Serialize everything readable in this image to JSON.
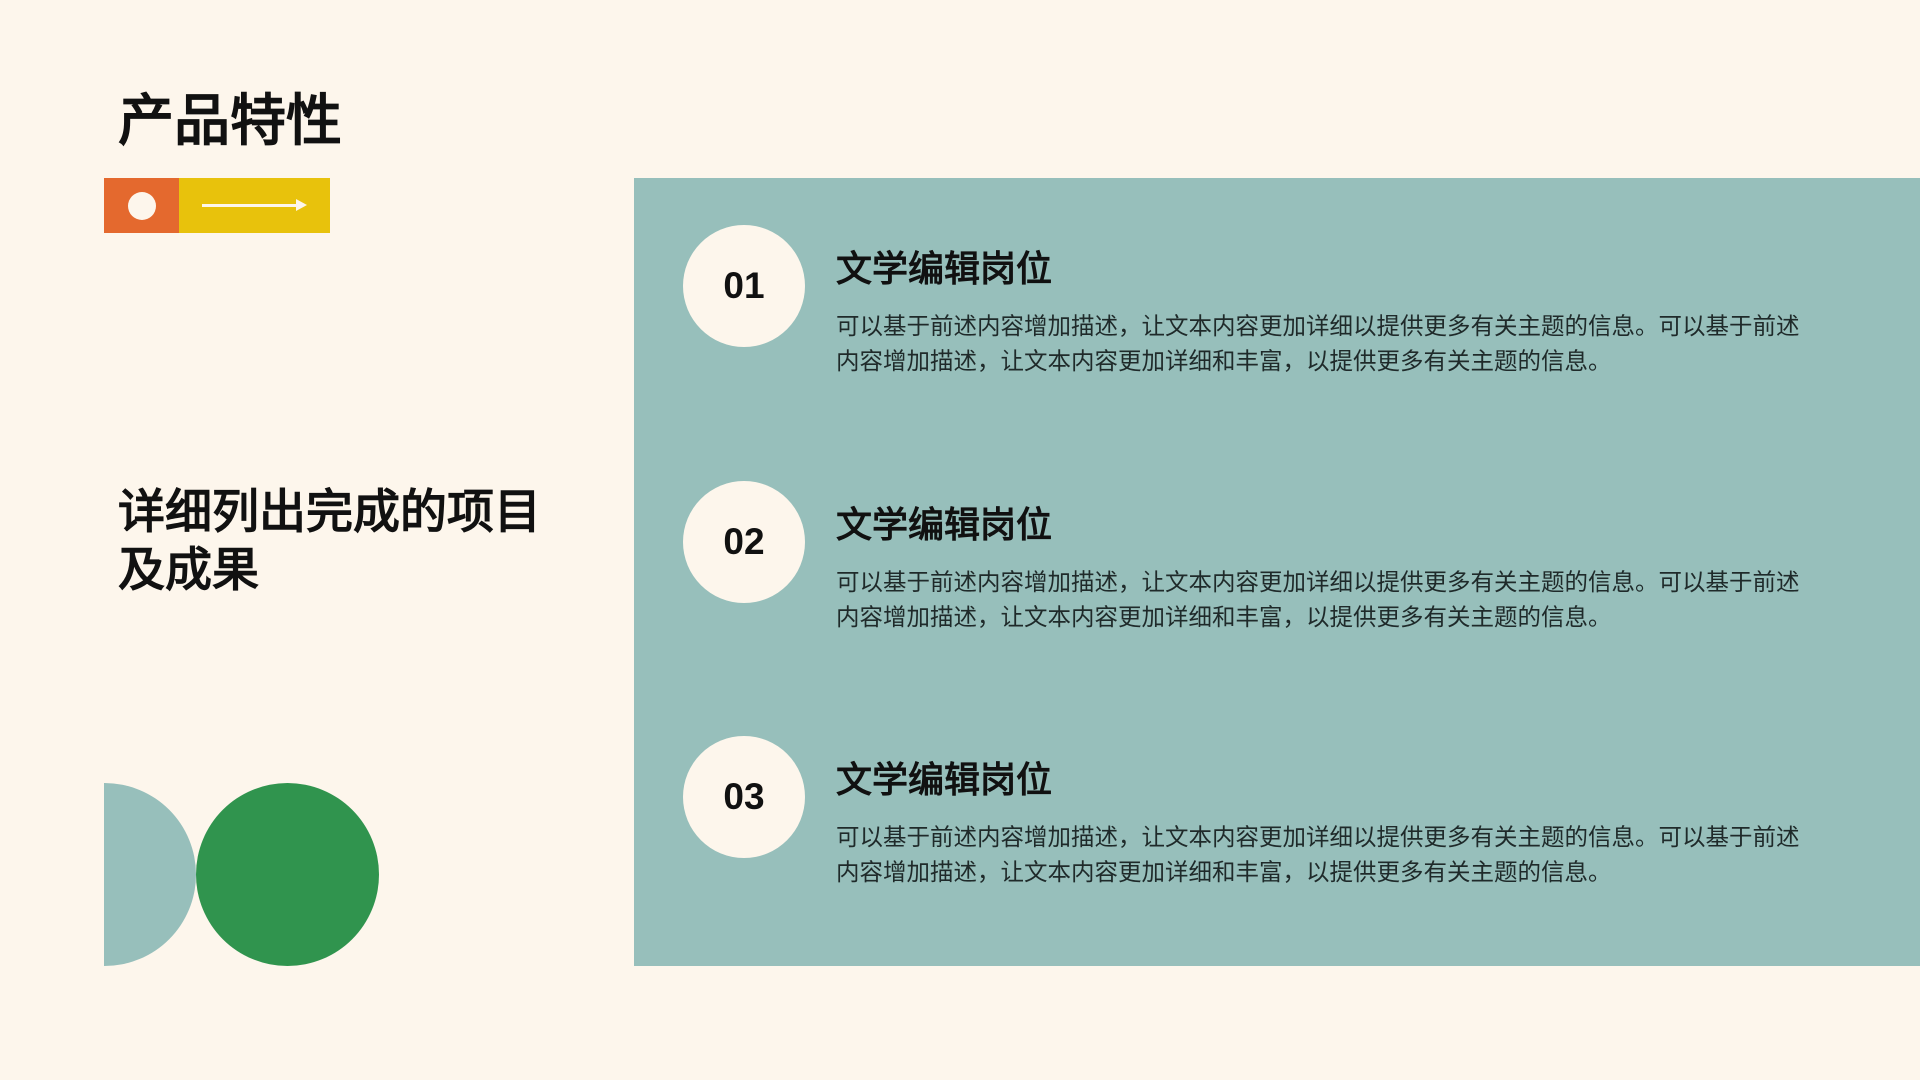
{
  "slide": {
    "title": "产品特性",
    "subtitle": "详细列出完成的项目及成果",
    "tag_bar": {
      "icons": [
        "dot-icon",
        "arrow-right-icon"
      ],
      "colors": {
        "left": "#E4692E",
        "right": "#E8C20C"
      }
    },
    "decor": {
      "half_circle_color": "#97BFBB",
      "circle_color": "#30944E"
    },
    "panel_color": "#97BFBB",
    "background_color": "#FDF6EC"
  },
  "items": [
    {
      "number": "01",
      "title": "文学编辑岗位",
      "description": "可以基于前述内容增加描述，让文本内容更加详细以提供更多有关主题的信息。可以基于前述内容增加描述，让文本内容更加详细和丰富，以提供更多有关主题的信息。"
    },
    {
      "number": "02",
      "title": "文学编辑岗位",
      "description": "可以基于前述内容增加描述，让文本内容更加详细以提供更多有关主题的信息。可以基于前述内容增加描述，让文本内容更加详细和丰富，以提供更多有关主题的信息。"
    },
    {
      "number": "03",
      "title": "文学编辑岗位",
      "description": "可以基于前述内容增加描述，让文本内容更加详细以提供更多有关主题的信息。可以基于前述内容增加描述，让文本内容更加详细和丰富，以提供更多有关主题的信息。"
    }
  ]
}
